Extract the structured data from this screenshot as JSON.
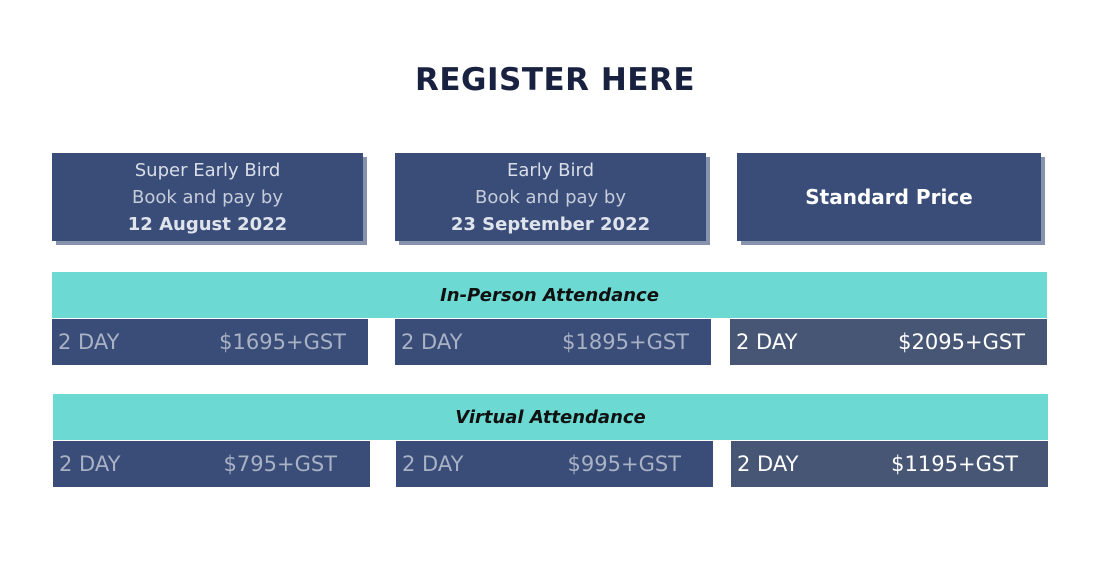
{
  "header": {
    "title": "REGISTER HERE"
  },
  "tiers": [
    {
      "name": "Super Early Bird",
      "line2": "Book and pay by",
      "line3": "12 August 2022"
    },
    {
      "name": "Early Bird",
      "line2": "Book and pay by",
      "line3": "23 September 2022"
    },
    {
      "name": "Standard Price"
    }
  ],
  "in_person": {
    "label": "In-Person Attendance",
    "rows": [
      {
        "duration": "2 DAY",
        "price": "$1695",
        "tax": "+GST"
      },
      {
        "duration": "2 DAY",
        "price": "$1895",
        "tax": "+GST"
      },
      {
        "duration": "2 DAY",
        "price": "$2095",
        "tax": "+GST"
      }
    ]
  },
  "virtual": {
    "label": "Virtual Attendance",
    "rows": [
      {
        "duration": "2 DAY",
        "price": "$795",
        "tax": "+GST"
      },
      {
        "duration": "2 DAY",
        "price": "$995",
        "tax": "+GST"
      },
      {
        "duration": "2 DAY",
        "price": "$1195",
        "tax": "+GST"
      }
    ]
  },
  "colors": {
    "navy": "#394d78",
    "teal": "#6cd9d3",
    "title": "#18213f"
  }
}
